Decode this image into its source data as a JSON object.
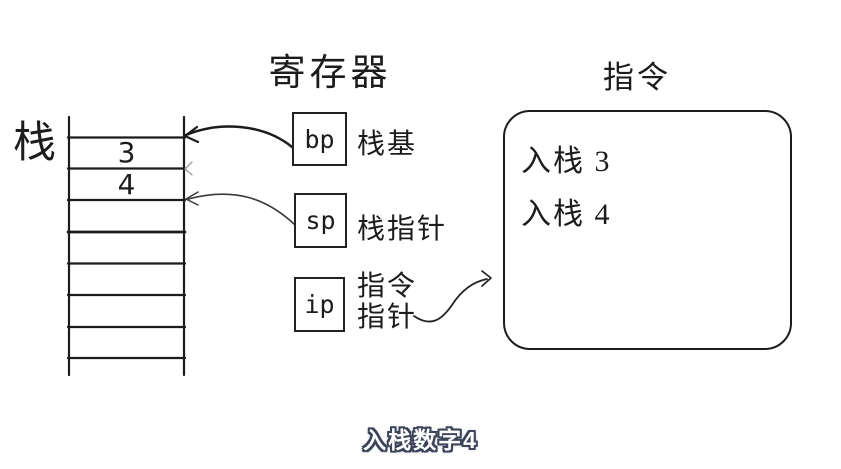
{
  "titles": {
    "registers": "寄存器",
    "instructions": "指令"
  },
  "stack": {
    "label": "栈",
    "rows": 7,
    "values": [
      "3",
      "4",
      "",
      "",
      "",
      "",
      ""
    ]
  },
  "registers": [
    {
      "name": "bp",
      "label_lines": [
        "栈基"
      ]
    },
    {
      "name": "sp",
      "label_lines": [
        "栈指针"
      ]
    },
    {
      "name": "ip",
      "label_lines": [
        "指令",
        "指针"
      ]
    }
  ],
  "instructions": {
    "items": [
      "入栈 3",
      "入栈 4"
    ]
  },
  "caption": {
    "text": "入栈数字4"
  },
  "colors": {
    "background": "#ffffff",
    "ink": "#1c1c1c",
    "caption_fill": "#ffffff",
    "caption_outline": "#3c4459"
  }
}
